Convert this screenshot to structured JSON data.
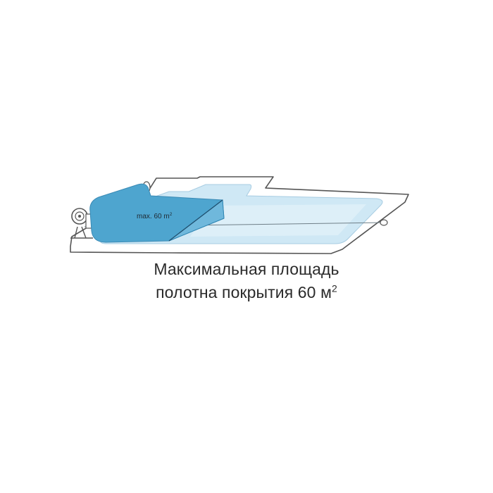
{
  "cover_label": {
    "text": "max. 60 m",
    "superscript": "2"
  },
  "caption": {
    "line1": "Максимальная площадь",
    "line2_text": "полотна покрытия 60 м",
    "line2_superscript": "2"
  },
  "colors": {
    "outline": "#555555",
    "pool_water": "#cfe8f5",
    "pool_water_light": "#e3f2fa",
    "cover": "#4ea5cf",
    "cover_dark": "#2f86b3",
    "background": "#ffffff"
  }
}
